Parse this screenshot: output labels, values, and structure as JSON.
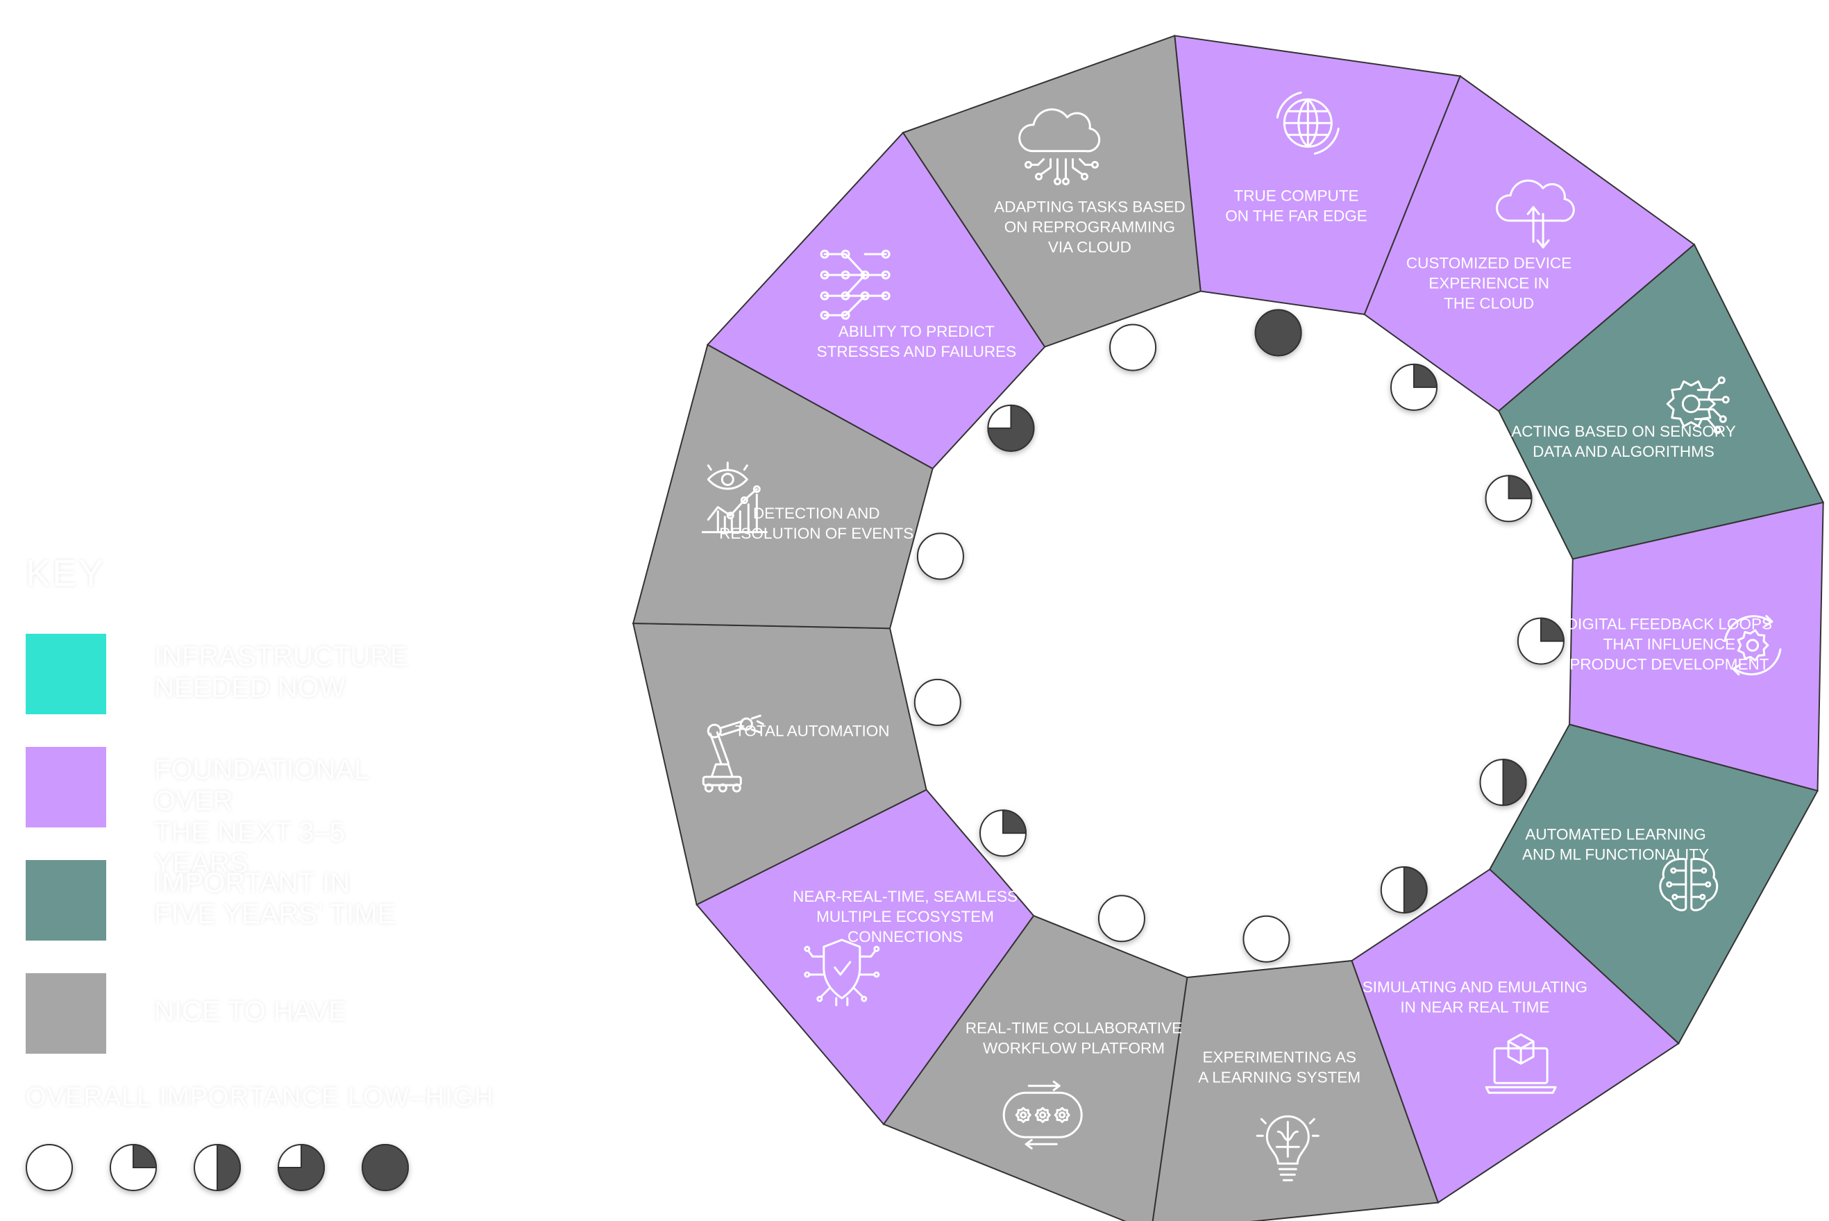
{
  "segments": [
    {
      "label": [
        "TRUE COMPUTE",
        "ON THE FAR EDGE"
      ],
      "category": "foundational",
      "importance": 4,
      "icon": "globe-icon"
    },
    {
      "label": [
        "CUSTOMIZED  DEVICE",
        "EXPERIENCE IN",
        "THE CLOUD"
      ],
      "category": "foundational",
      "importance": 1,
      "icon": "cloud-sync-icon"
    },
    {
      "label": [
        "ACTING BASED ON SENSORY",
        "DATA AND ALGORITHMS"
      ],
      "category": "important",
      "importance": 1,
      "icon": "gear-circuit-icon"
    },
    {
      "label": [
        "DIGITAL FEEDBACK LOOPS",
        "THAT INFLUENCE",
        "PRODUCT DEVELOPMENT"
      ],
      "category": "foundational",
      "importance": 1,
      "icon": "gear-cycle-icon"
    },
    {
      "label": [
        "AUTOMATED LEARNING",
        "AND ML FUNCTIONALITY"
      ],
      "category": "important",
      "importance": 2,
      "icon": "brain-icon"
    },
    {
      "label": [
        "SIMULATING AND EMULATING",
        "IN NEAR REAL TIME"
      ],
      "category": "foundational",
      "importance": 2,
      "icon": "laptop-cube-icon"
    },
    {
      "label": [
        "EXPERIMENTING AS",
        "A LEARNING SYSTEM"
      ],
      "category": "nice",
      "importance": 0,
      "icon": "lightbulb-brain-icon"
    },
    {
      "label": [
        "REAL-TIME COLLABORATIVE",
        "WORKFLOW PLATFORM"
      ],
      "category": "nice",
      "importance": 0,
      "icon": "gears-workflow-icon"
    },
    {
      "label": [
        "NEAR-REAL-TIME, SEAMLESS",
        "MULTIPLE  ECOSYSTEM",
        "CONNECTIONS"
      ],
      "category": "foundational",
      "importance": 1,
      "icon": "shield-check-icon"
    },
    {
      "label": [
        "TOTAL AUTOMATION"
      ],
      "category": "nice",
      "importance": 0,
      "icon": "robot-arm-icon"
    },
    {
      "label": [
        "DETECTION AND",
        "RESOLUTION OF EVENTS"
      ],
      "category": "nice",
      "importance": 0,
      "icon": "eye-chart-icon"
    },
    {
      "label": [
        "ABILITY TO PREDICT",
        "STRESSES AND FAILURES"
      ],
      "category": "foundational",
      "importance": 3,
      "icon": "network-nodes-icon"
    },
    {
      "label": [
        "ADAPTING TASKS BASED",
        "ON REPROGRAMMING",
        "VIA CLOUD"
      ],
      "category": "nice",
      "importance": 0,
      "icon": "cloud-circuit-icon"
    }
  ],
  "legend": {
    "title": "KEY",
    "items": [
      {
        "key": "now",
        "label": "INFRASTRUCTURE\nNEEDED NOW",
        "color": "#33e3d2"
      },
      {
        "key": "foundational",
        "label": "FOUNDATIONAL OVER\nTHE NEXT 3–5 YEARS",
        "color": "#cc99ff"
      },
      {
        "key": "important",
        "label": "IMPORTANT IN\nFIVE YEARS’ TIME",
        "color": "#6b9590"
      },
      {
        "key": "nice",
        "label": "NICE TO HAVE",
        "color": "#a6a6a6"
      }
    ],
    "importance_title": "OVERALL IMPORTANCE LOW–HIGH",
    "importance_levels": [
      0,
      1,
      2,
      3,
      4
    ]
  },
  "colors": {
    "foundational": "#cc99ff",
    "important": "#6b9590",
    "nice": "#a6a6a6",
    "now": "#33e3d2",
    "indicator_fill": "#4d4d4d",
    "outline": "#333333"
  }
}
